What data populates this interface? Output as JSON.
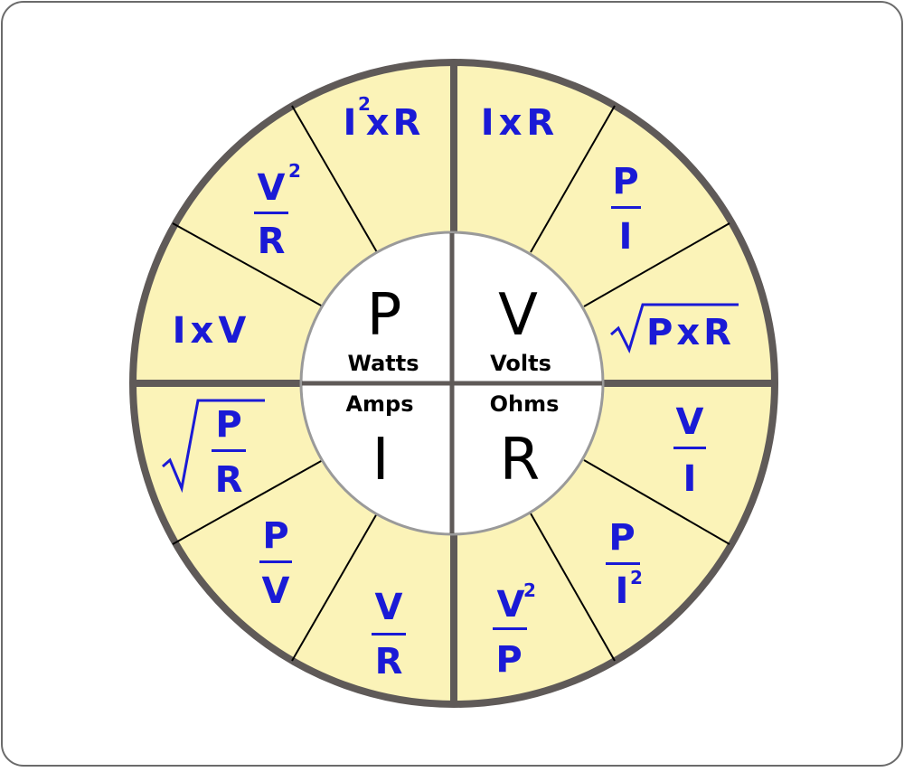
{
  "diagram": {
    "colors": {
      "fill": "#fbf3b8",
      "ring": "#5f5a58",
      "formula": "#1a1ad6",
      "frame": "#6b6b6b",
      "center": "#ffffff"
    },
    "center": {
      "P": {
        "symbol": "P",
        "unit": "Watts"
      },
      "V": {
        "symbol": "V",
        "unit": "Volts"
      },
      "I": {
        "symbol": "I",
        "unit": "Amps"
      },
      "R": {
        "symbol": "R",
        "unit": "Ohms"
      }
    },
    "formulas": {
      "p_i2xr": {
        "base": "I",
        "exp": "2",
        "rest": "xR"
      },
      "p_v2_over_r": {
        "num": "V",
        "num_exp": "2",
        "den": "R"
      },
      "p_ixv": {
        "text": "IxV"
      },
      "v_ixr": {
        "text": "IxR"
      },
      "v_p_over_i": {
        "num": "P",
        "den": "I"
      },
      "v_sqrt_pxr": {
        "radicand": "PxR"
      },
      "i_sqrt_p_over_r": {
        "num": "P",
        "den": "R"
      },
      "i_p_over_v": {
        "num": "P",
        "den": "V"
      },
      "i_v_over_r": {
        "num": "V",
        "den": "R"
      },
      "r_v2_over_p": {
        "num": "V",
        "num_exp": "2",
        "den": "P"
      },
      "r_p_over_i2": {
        "num": "P",
        "den": "I",
        "den_exp": "2"
      },
      "r_v_over_i": {
        "num": "V",
        "den": "I"
      }
    }
  }
}
